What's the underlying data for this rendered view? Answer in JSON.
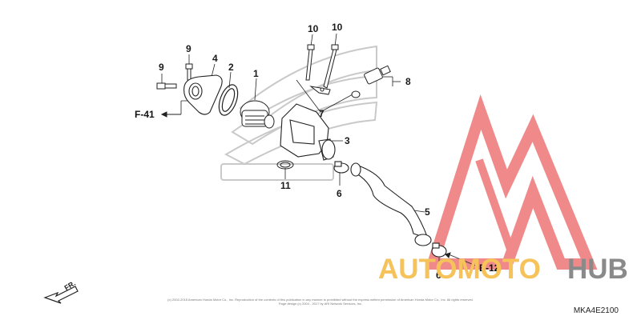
{
  "callouts": {
    "c1": "1",
    "c2": "2",
    "c3": "3",
    "c4": "4",
    "c5": "5",
    "c6a": "6",
    "c6b": "6",
    "c7": "7",
    "c8": "8",
    "c9a": "9",
    "c9b": "9",
    "c10a": "10",
    "c10b": "10",
    "c11": "11"
  },
  "refs": {
    "f41": "F-41",
    "e12": "E-12"
  },
  "watermark": {
    "part1": "AUTOMOTO",
    "part2": "HUB",
    "color_red": "#f08a8a",
    "color_yellow": "#f5c35a",
    "color_gray": "#8a8a8a"
  },
  "direction": {
    "label": "FR."
  },
  "diagram_code": "MKA4E2100",
  "copyright_line1": "(c) 2002-2015 American Honda Motor Co., Inc. Reproduction of the contents of this publication in any manner is prohibited without the express written permission of American Honda Motor Co., Inc. All rights reserved.",
  "copyright_line2": "Page design (c) 2004 - 2017 by ARI Network Services, Inc."
}
